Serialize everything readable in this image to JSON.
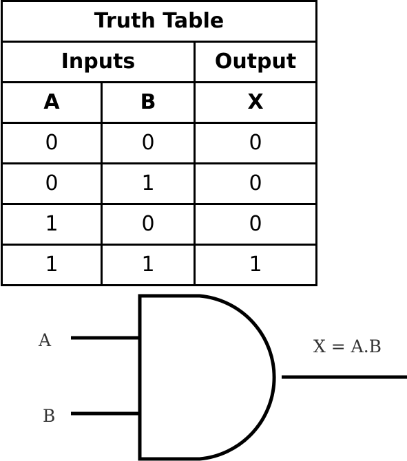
{
  "table": {
    "title": "Truth Table",
    "group_headers": {
      "inputs": "Inputs",
      "output": "Output"
    },
    "columns": [
      "A",
      "B",
      "X"
    ],
    "rows": [
      [
        "0",
        "0",
        "0"
      ],
      [
        "0",
        "1",
        "0"
      ],
      [
        "1",
        "0",
        "0"
      ],
      [
        "1",
        "1",
        "1"
      ]
    ]
  },
  "gate": {
    "type": "AND",
    "input_a_label": "A",
    "input_b_label": "B",
    "output_label": "X = A.B"
  }
}
